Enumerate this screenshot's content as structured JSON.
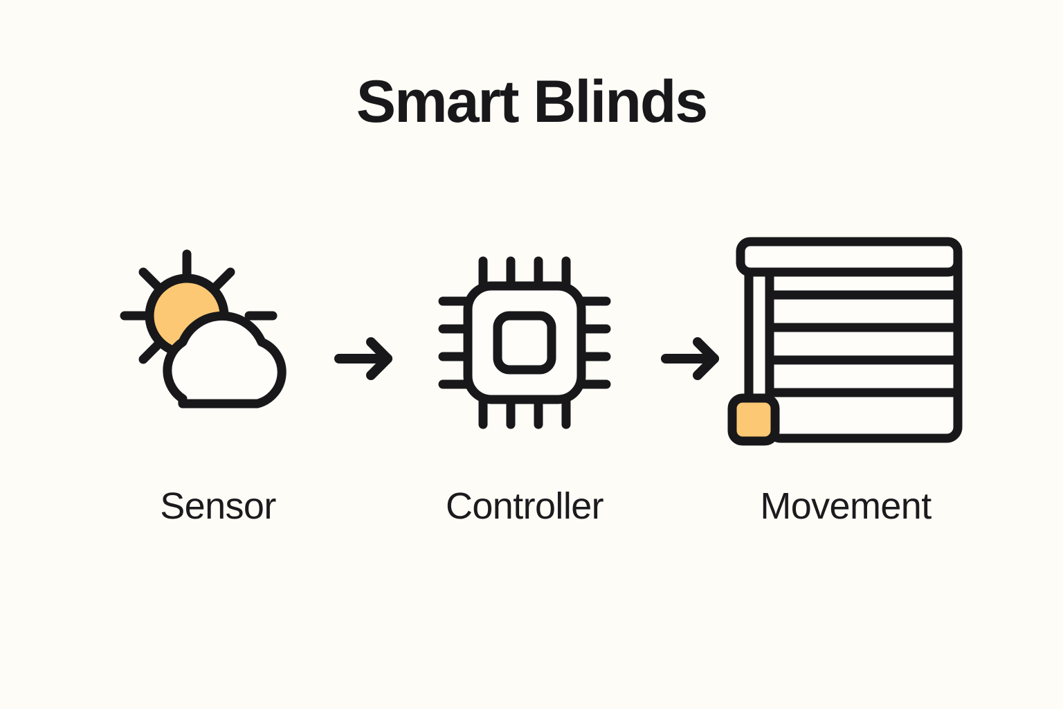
{
  "page": {
    "title": "Smart Blinds",
    "background_color": "#FDFCF7",
    "ink_color": "#18181B",
    "accent_color": "#FCC873",
    "surface_color": "#FFFDF9"
  },
  "flow": {
    "steps": [
      {
        "id": "sensor",
        "label": "Sensor",
        "icon": "sun-behind-cloud-icon",
        "icon_parts": [
          "sun-circle",
          "sun-rays",
          "cloud-shape"
        ],
        "accent": "#FCC873"
      },
      {
        "id": "controller",
        "label": "Controller",
        "icon": "microchip-icon",
        "icon_parts": [
          "chip-body",
          "chip-core",
          "chip-pins"
        ],
        "accent": "#18181B"
      },
      {
        "id": "movement",
        "label": "Movement",
        "icon": "window-blinds-icon",
        "icon_parts": [
          "headrail",
          "slats",
          "cord",
          "pull-handle"
        ],
        "accent": "#FCC873"
      }
    ],
    "connectors": [
      {
        "id": "arrow-1",
        "icon": "arrow-right-icon",
        "from": "sensor",
        "to": "controller"
      },
      {
        "id": "arrow-2",
        "icon": "arrow-right-icon",
        "from": "controller",
        "to": "movement"
      }
    ]
  }
}
